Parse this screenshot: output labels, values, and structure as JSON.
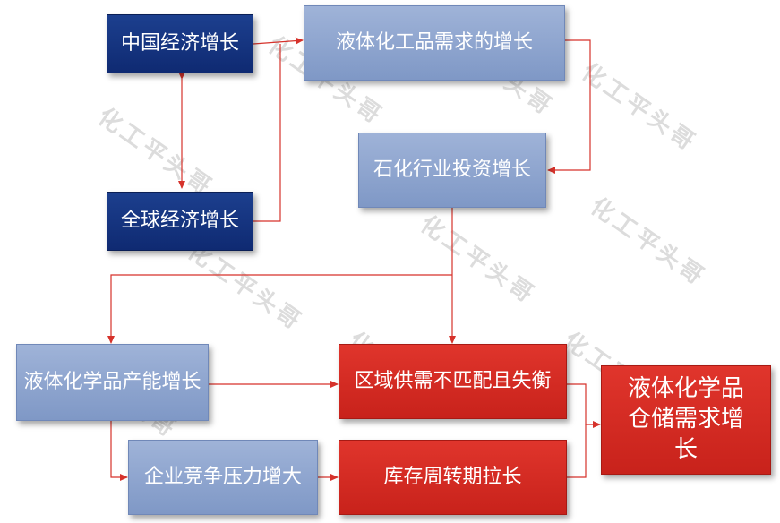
{
  "watermark": "化工平头哥",
  "colors": {
    "navy": "#133581",
    "steel": "#8da3cf",
    "red": "#d62a22",
    "arrow": "#d6322b"
  },
  "nodes": {
    "china_growth": "中国经济增长",
    "global_growth": "全球经济增长",
    "liquid_chem_demand": "液体化工品需求的增长",
    "petrochem_invest": "石化行业投资增长",
    "capacity_growth": "液体化学品产能增长",
    "competition": "企业竞争压力增大",
    "imbalance": "区域供需不匹配且失衡",
    "inventory_cycle": "库存周转期拉长",
    "storage_demand": "液体化学品仓储需求增长"
  }
}
